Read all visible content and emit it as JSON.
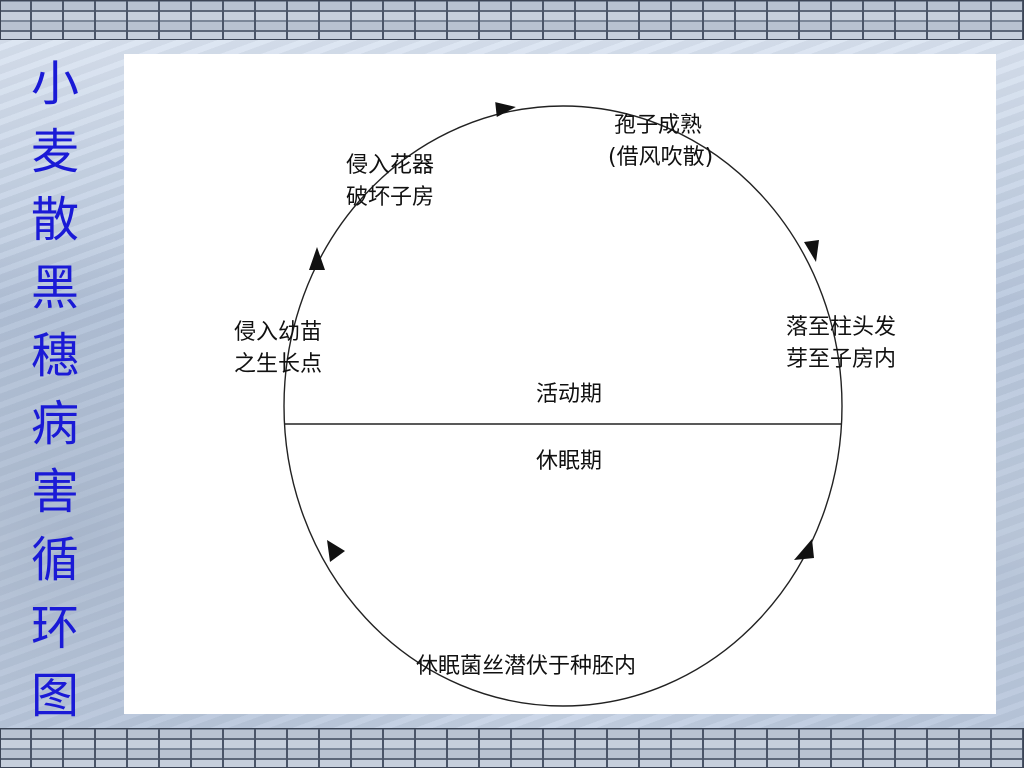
{
  "title_chars": [
    "小",
    "麦",
    "散",
    "黑",
    "穗",
    "病",
    "害",
    "循",
    "环",
    "图"
  ],
  "diagram": {
    "active_phase_label": "活动期",
    "dormant_phase_label": "休眠期",
    "stages": {
      "spore_mature_line1": "孢子成熟",
      "spore_mature_line2": "(借风吹散)",
      "stigma_line1": "落至柱头发",
      "stigma_line2": "芽至子房内",
      "dormant_mycelium": "休眠菌丝潜伏于种胚内",
      "seedling_line1": "侵入幼苗",
      "seedling_line2": "之生长点",
      "flower_line1": "侵入花器",
      "flower_line2": "破坏子房"
    }
  }
}
